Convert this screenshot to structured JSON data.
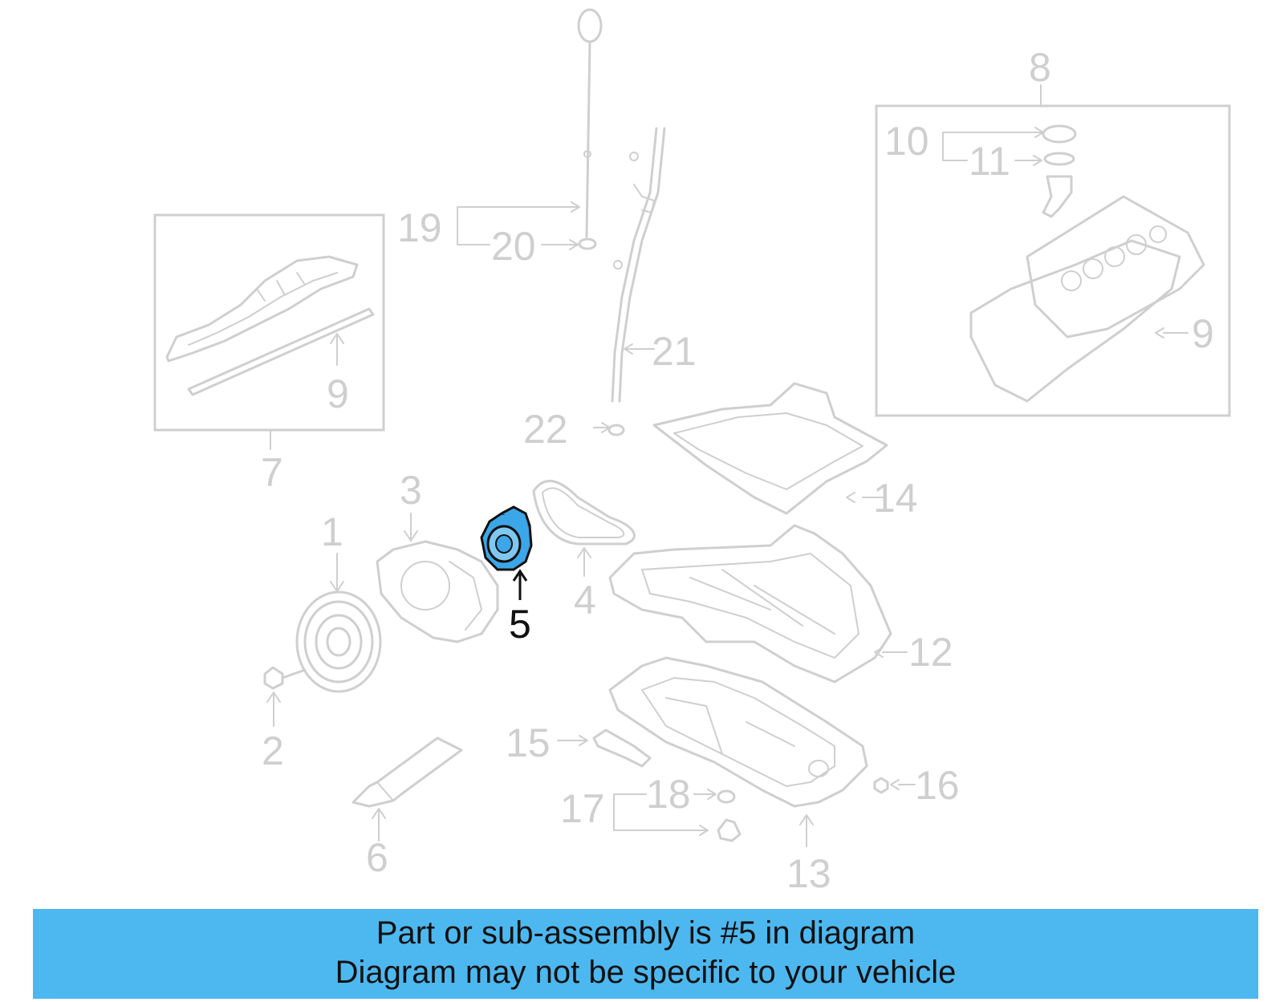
{
  "diagram": {
    "callouts": {
      "n1": "1",
      "n2": "2",
      "n3": "3",
      "n4": "4",
      "n5": "5",
      "n6": "6",
      "n7": "7",
      "n8": "8",
      "n9a": "9",
      "n9b": "9",
      "n10": "10",
      "n11": "11",
      "n12": "12",
      "n13": "13",
      "n14": "14",
      "n15": "15",
      "n16": "16",
      "n17": "17",
      "n18": "18",
      "n19": "19",
      "n20": "20",
      "n21": "21",
      "n22": "22"
    },
    "highlight_color": "#3ba7e8",
    "line_color": "#cfcfcf"
  },
  "banner": {
    "line1": "Part or sub-assembly is #5 in diagram",
    "line2": "Diagram may not be specific to your vehicle",
    "background": "#4db8f0"
  }
}
